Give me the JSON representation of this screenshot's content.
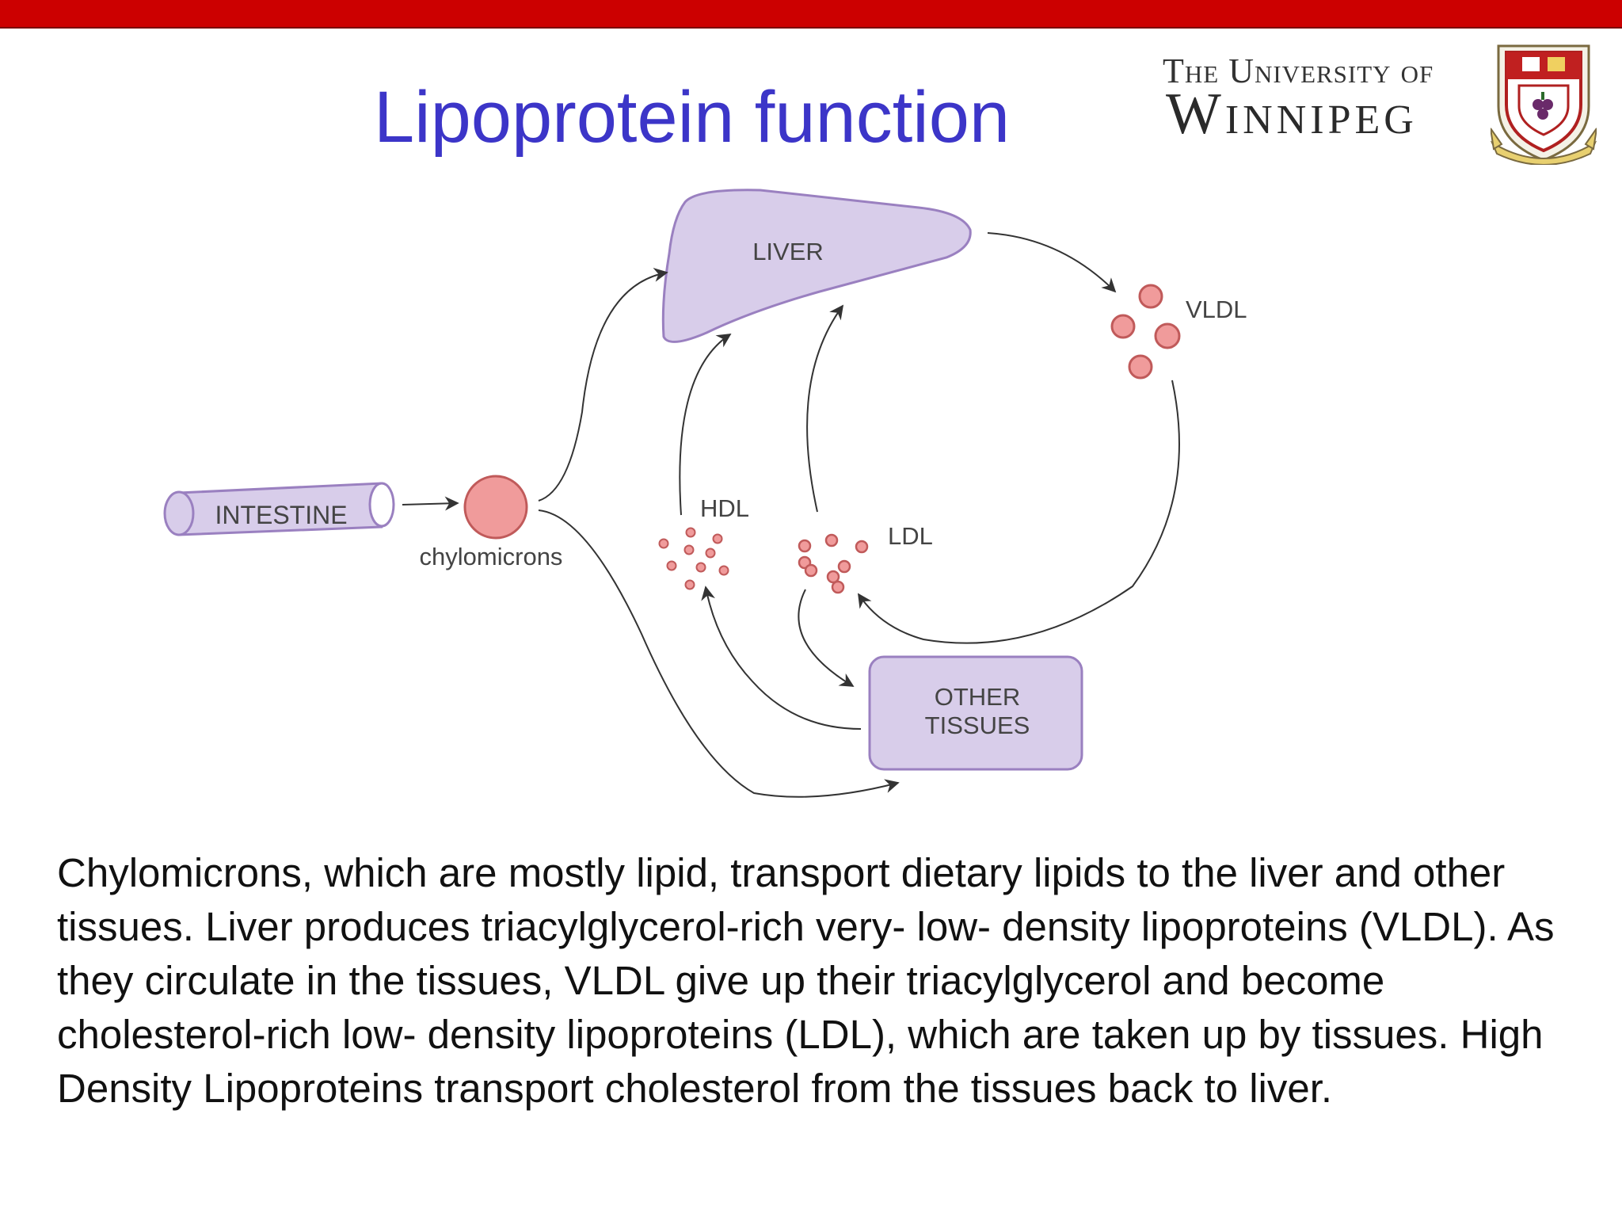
{
  "slide": {
    "title": "Lipoprotein function",
    "logo": {
      "line1": "The University of",
      "line2": "Winnipeg",
      "crest_icon": "university-crest-icon"
    },
    "header_bar_color": "#cc0000",
    "title_color": "#3c35c8"
  },
  "diagram": {
    "nodes": {
      "liver": "LIVER",
      "intestine": "INTESTINE",
      "chylomicrons": "chylomicrons",
      "vldl": "VLDL",
      "hdl": "HDL",
      "ldl": "LDL",
      "other_tissues_line1": "OTHER",
      "other_tissues_line2": "TISSUES"
    },
    "colors": {
      "organ_fill": "#d8cdea",
      "organ_stroke": "#9a80c0",
      "particle_fill": "#f09b9b",
      "particle_stroke": "#c05a5a",
      "arrow": "#333333"
    }
  },
  "caption": {
    "text": "Chylomicrons, which are mostly lipid, transport dietary lipids to the liver and other tissues. Liver produces triacylglycerol-rich very- low- density lipoproteins (VLDL). As they circulate in the tissues, VLDL give up their triacylglycerol and become cholesterol-rich low- density lipoproteins (LDL), which are taken up by tissues. High Density Lipoproteins transport cholesterol from the tissues back to liver."
  }
}
